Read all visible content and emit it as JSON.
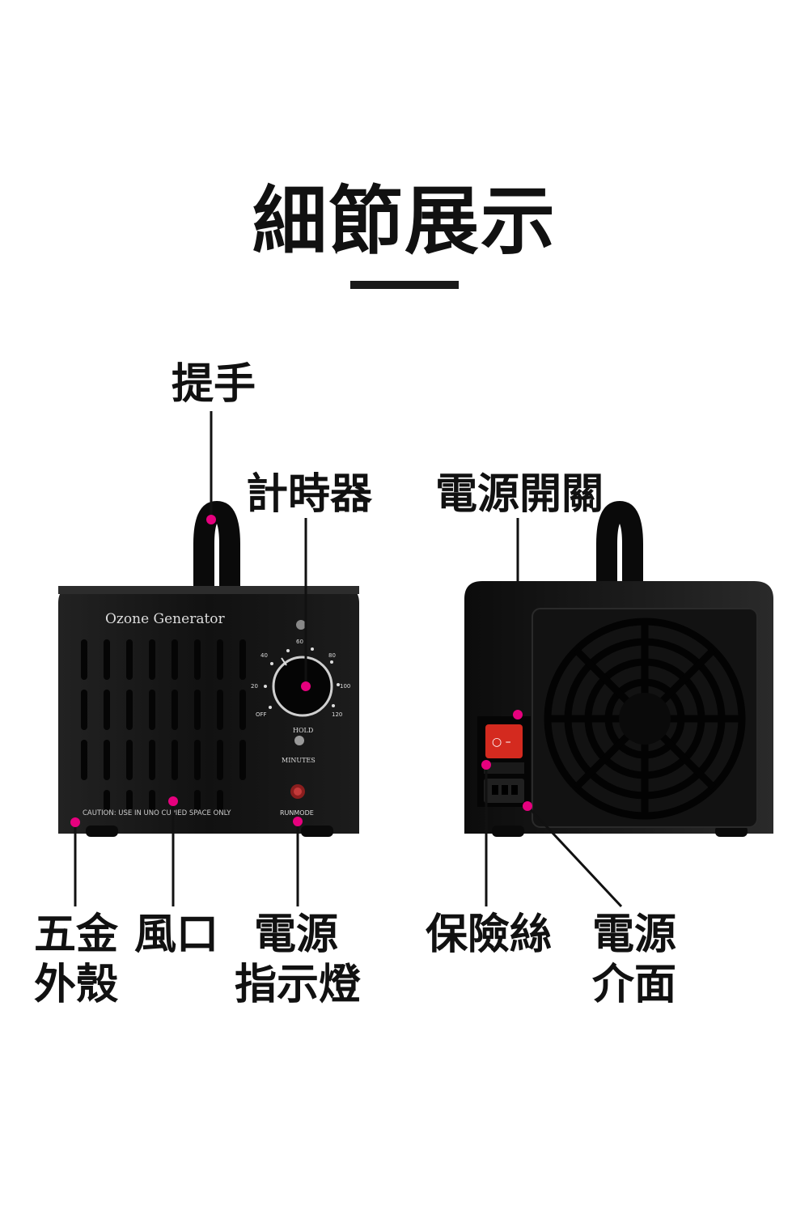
{
  "title": "細節展示",
  "labels": {
    "handle": "提手",
    "timer": "計時器",
    "power_switch": "電源開關",
    "metal_case_1": "五金",
    "metal_case_2": "外殼",
    "vent": "風口",
    "power_light_1": "電源",
    "power_light_2": "指示燈",
    "fuse": "保險絲",
    "power_port_1": "電源",
    "power_port_2": "介面"
  },
  "device": {
    "name": "Ozone Generator",
    "caution": "CAUTION: USE IN UNO CUPIED SPACE ONLY",
    "hold": "HOLD",
    "minutes": "MINUTES",
    "runmode": "RUNMODE",
    "dial_ticks": [
      "OFF",
      "20",
      "40",
      "60",
      "80",
      "100",
      "120"
    ]
  },
  "colors": {
    "marker": "#e6007e",
    "body": "#161616",
    "line": "#111111"
  }
}
